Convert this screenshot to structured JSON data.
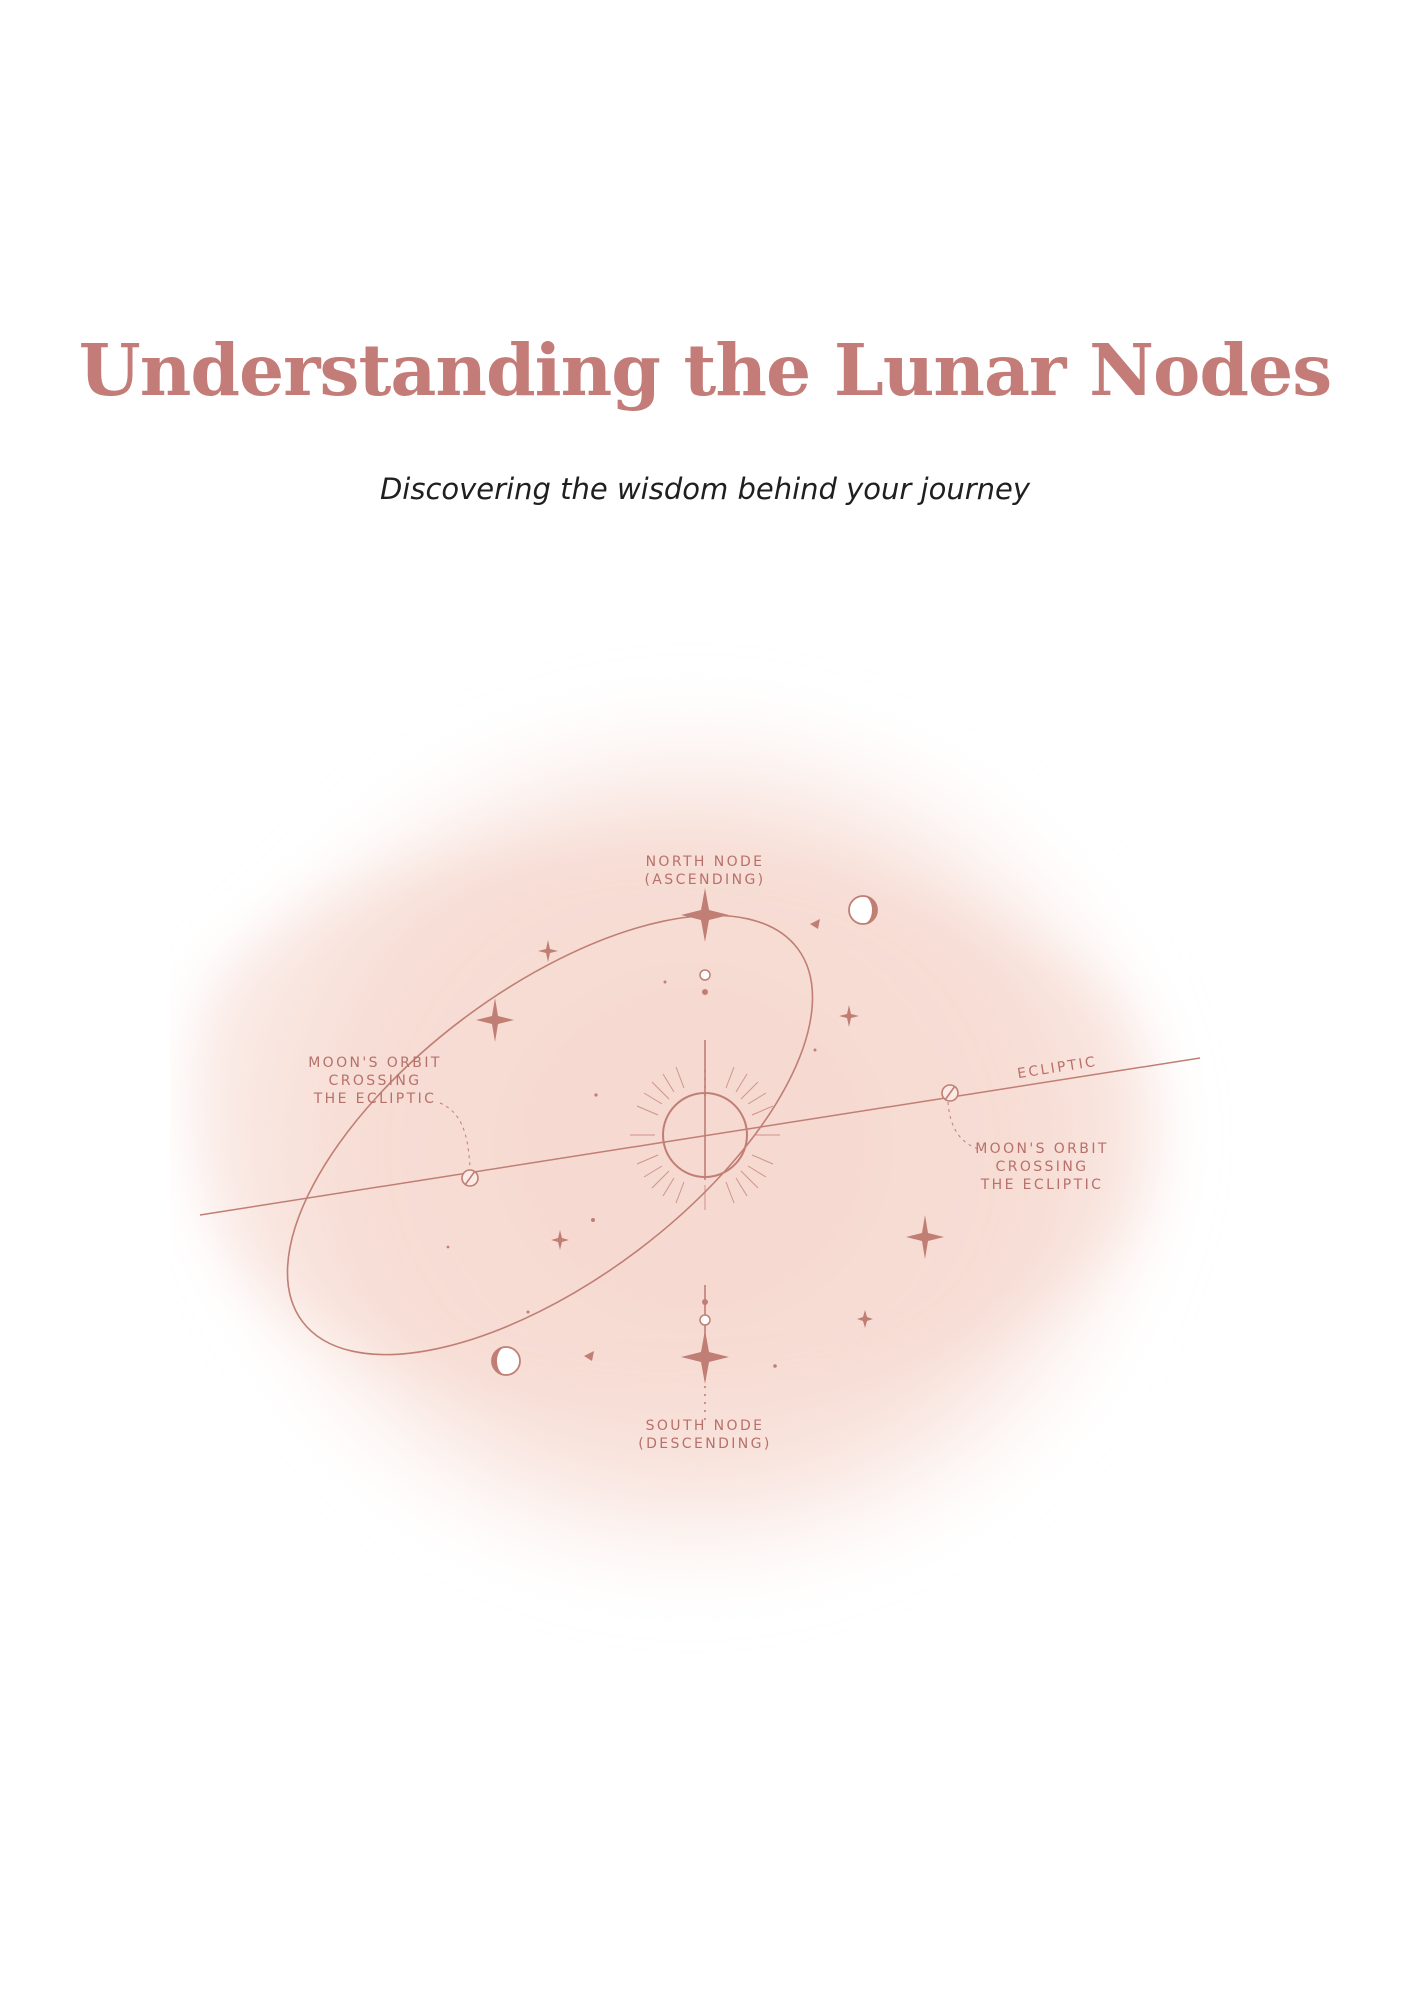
{
  "page": {
    "title": "Understanding the Lunar Nodes",
    "subtitle": "Discovering the wisdom behind your journey"
  },
  "diagram": {
    "north_node": {
      "line1": "NORTH NODE",
      "line2": "(ASCENDING)"
    },
    "south_node": {
      "line1": "SOUTH NODE",
      "line2": "(DESCENDING)"
    },
    "ecliptic": "ECLIPTIC",
    "crossing_left": {
      "line1": "MOON'S ORBIT",
      "line2": "CROSSING",
      "line3": "THE ECLIPTIC"
    },
    "crossing_right": {
      "line1": "MOON'S ORBIT",
      "line2": "CROSSING",
      "line3": "THE ECLIPTIC"
    }
  },
  "colors": {
    "title": "#c47c78",
    "subtitle": "#1f1f1f",
    "line": "#c07e74",
    "wash": "#f7dcd4",
    "background": "#ffffff"
  },
  "icons": [
    "sun-icon",
    "moon-icon",
    "star-icon",
    "node-marker-icon"
  ]
}
